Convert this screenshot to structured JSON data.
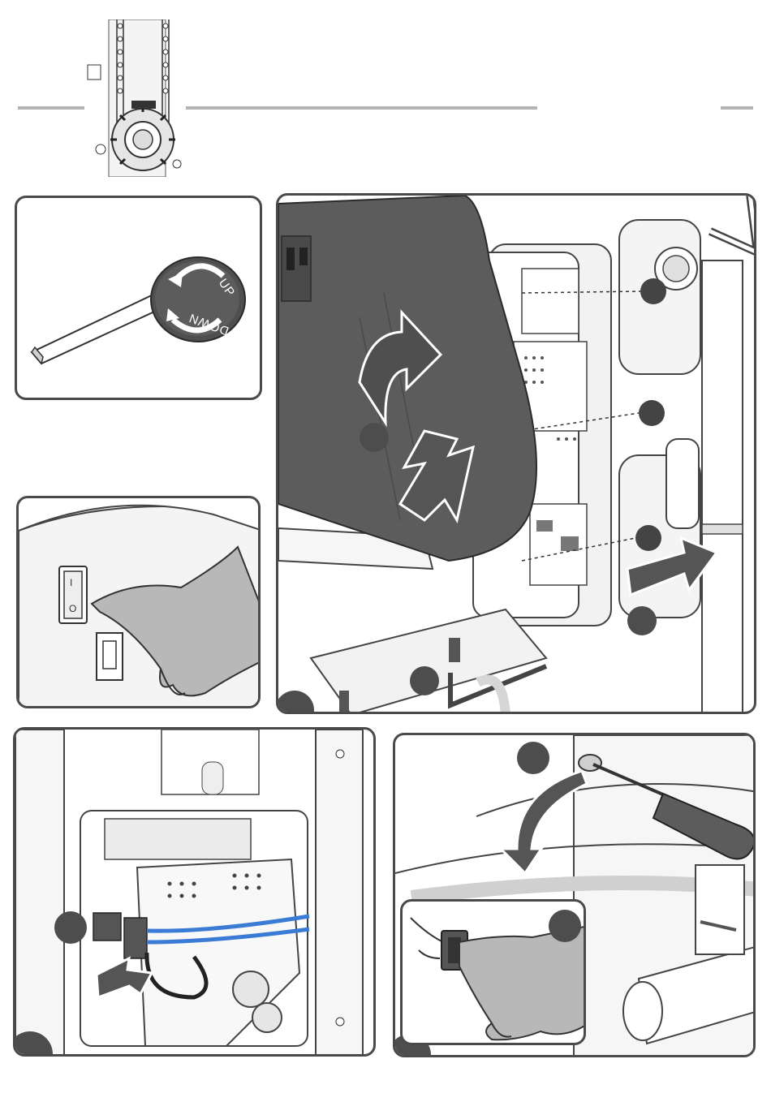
{
  "knob": {
    "up_label": "UP",
    "down_label": "DOWN"
  },
  "switch": {
    "on_mark": "I",
    "off_mark": "O"
  },
  "colors": {
    "panel_border": "#4a4a4a",
    "cover_dark": "#5c5c5c",
    "arrow_fill": "#5a5a5a",
    "step_badge": "#4d4d4d",
    "cable_blue": "#3a7bd5",
    "rule_gray": "#b4b4b4",
    "hand_fill": "#b8b8b8"
  },
  "icons": {
    "header": "chain-sprocket-illustration",
    "knob": "manual-rotation-knob",
    "switch": "rocker-switch",
    "wrench": "hex-key",
    "screwdriver": "screwdriver"
  }
}
